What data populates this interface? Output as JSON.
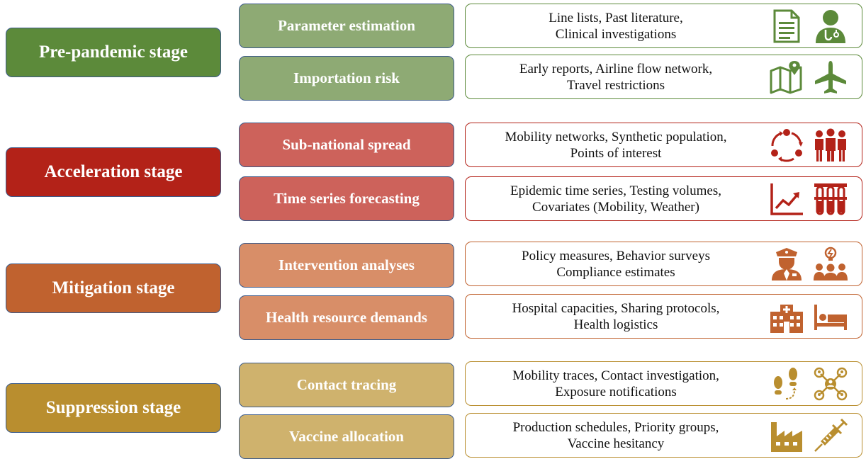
{
  "colors": {
    "prepandemic": {
      "stage": "#5c8a3a",
      "task": "#8eaa74",
      "border": "#5c8a3a"
    },
    "acceleration": {
      "stage": "#b32218",
      "task": "#cd625b",
      "border": "#b32218"
    },
    "mitigation": {
      "stage": "#c0622f",
      "task": "#d88e68",
      "border": "#c0622f"
    },
    "suppression": {
      "stage": "#b98e2f",
      "task": "#cfb26d",
      "border": "#b98e2f"
    }
  },
  "stages": [
    {
      "label": "Pre-pandemic stage",
      "rows": [
        {
          "task": "Parameter estimation",
          "data_line1": "Line lists, Past literature,",
          "data_line2": "Clinical investigations",
          "icons": [
            "document-icon",
            "doctor-icon"
          ]
        },
        {
          "task": "Importation risk",
          "data_line1": "Early reports, Airline flow network,",
          "data_line2": "Travel restrictions",
          "icons": [
            "map-icon",
            "airplane-icon"
          ]
        }
      ]
    },
    {
      "label": "Acceleration stage",
      "rows": [
        {
          "task": "Sub-national spread",
          "data_line1": "Mobility networks, Synthetic population,",
          "data_line2": "Points of interest",
          "icons": [
            "cycle-network-icon",
            "people-group-icon"
          ]
        },
        {
          "task": "Time series forecasting",
          "data_line1": "Epidemic time series, Testing volumes,",
          "data_line2": "Covariates (Mobility, Weather)",
          "icons": [
            "trend-chart-icon",
            "test-tubes-icon"
          ]
        }
      ]
    },
    {
      "label": "Mitigation stage",
      "rows": [
        {
          "task": "Intervention analyses",
          "data_line1": "Policy measures, Behavior surveys",
          "data_line2": "Compliance estimates",
          "icons": [
            "police-officer-icon",
            "group-idea-icon"
          ]
        },
        {
          "task": "Health resource demands",
          "data_line1": "Hospital capacities, Sharing protocols,",
          "data_line2": "Health logistics",
          "icons": [
            "hospital-icon",
            "bed-icon"
          ]
        }
      ]
    },
    {
      "label": "Suppression stage",
      "rows": [
        {
          "task": "Contact tracing",
          "data_line1": "Mobility traces, Contact investigation,",
          "data_line2": "Exposure notifications",
          "icons": [
            "footprints-icon",
            "contact-network-icon"
          ]
        },
        {
          "task": "Vaccine allocation",
          "data_line1": "Production schedules, Priority groups,",
          "data_line2": "Vaccine hesitancy",
          "icons": [
            "factory-icon",
            "syringe-icon"
          ]
        }
      ]
    }
  ]
}
